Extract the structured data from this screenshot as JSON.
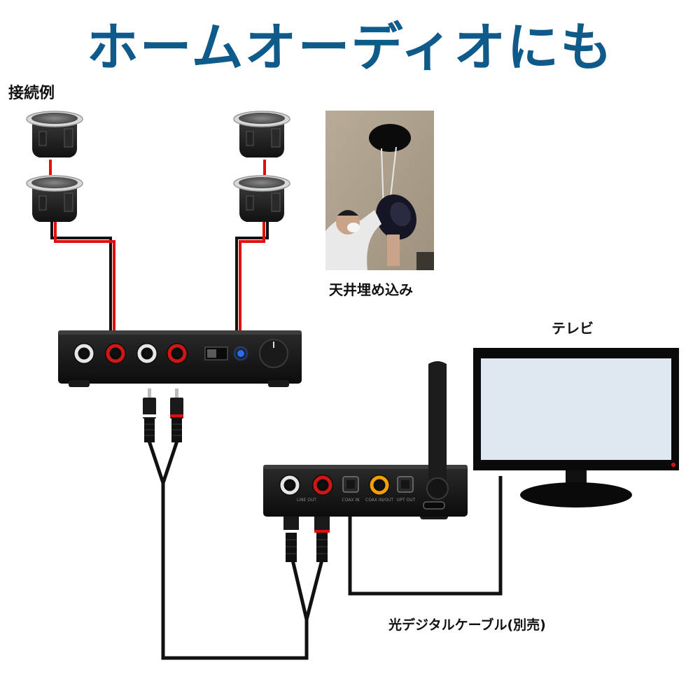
{
  "headline": "ホームオーディオにも",
  "labels": {
    "connection_example": "接続例",
    "ceiling_install": "天井埋め込み",
    "tv": "テレビ",
    "optical_cable": "光デジタルケーブル(別売)"
  },
  "receiver_ports": {
    "line_out": "LINE OUT",
    "coax_in": "COAX IN",
    "coax_inout": "COAX IN/OUT",
    "opt_out": "OPT OUT"
  },
  "colors": {
    "headline": "#0e5a8a",
    "speaker_wire": "#e01010",
    "cable": "#111111",
    "tv_screen": "#dfe8f1"
  },
  "icons": [
    "speaker-icon",
    "amplifier-icon",
    "bluetooth-receiver-icon",
    "tv-icon",
    "rca-cable-icon",
    "ceiling-photo"
  ]
}
